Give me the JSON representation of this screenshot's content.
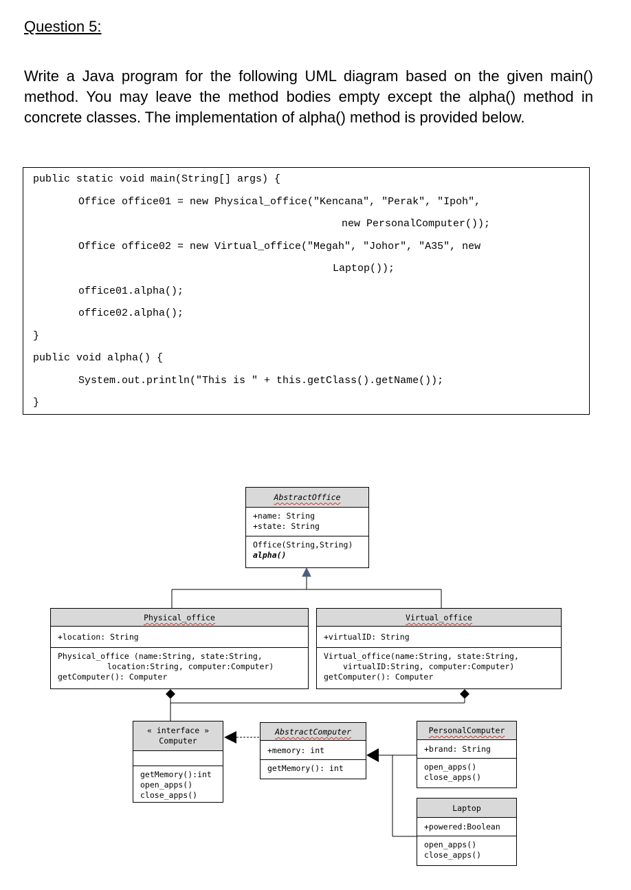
{
  "question_title": "Question 5:",
  "instructions": "Write a Java program for the following UML diagram based on the given main() method. You may leave the method bodies empty except the alpha() method in concrete classes. The implementation of alpha() method is provided below.",
  "code_lines": [
    "public static void main(String[] args) {",
    "Office office01 = new Physical_office(\"Kencana\", \"Perak\", \"Ipoh\",",
    "new PersonalComputer());",
    "Office office02 = new Virtual_office(\"Megah\", \"Johor\", \"A35\", new",
    "Laptop());",
    "office01.alpha();",
    "office02.alpha();",
    "}",
    "public void alpha() {",
    "System.out.println(\"This is \" + this.getClass().getName());",
    "}"
  ],
  "uml": {
    "abstract_office": {
      "name": "AbstractOffice",
      "attributes": [
        "+name: String",
        "+state: String"
      ],
      "methods": [
        "Office(String,String)",
        "alpha()"
      ]
    },
    "physical_office": {
      "name": "Physical_office",
      "attributes": [
        "+location: String"
      ],
      "methods": [
        "Physical_office (name:String, state:String,",
        "location:String, computer:Computer)",
        "getComputer(): Computer"
      ]
    },
    "virtual_office": {
      "name": "Virtual_office",
      "attributes": [
        "+virtualID: String"
      ],
      "methods": [
        "Virtual_office(name:String, state:String,",
        "virtualID:String, computer:Computer)",
        "getComputer(): Computer"
      ]
    },
    "computer_interface": {
      "stereotype": "« interface »",
      "name": "Computer",
      "methods": [
        "getMemory():int",
        "open_apps()",
        "close_apps()"
      ]
    },
    "abstract_computer": {
      "name": "AbstractComputer",
      "attributes": [
        "+memory: int"
      ],
      "methods": [
        "getMemory(): int"
      ]
    },
    "personal_computer": {
      "name": "PersonalComputer",
      "attributes": [
        "+brand: String"
      ],
      "methods": [
        "open_apps()",
        "close_apps()"
      ]
    },
    "laptop": {
      "name": "Laptop",
      "attributes": [
        "+powered:Boolean"
      ],
      "methods": [
        "open_apps()",
        "close_apps()"
      ]
    }
  }
}
